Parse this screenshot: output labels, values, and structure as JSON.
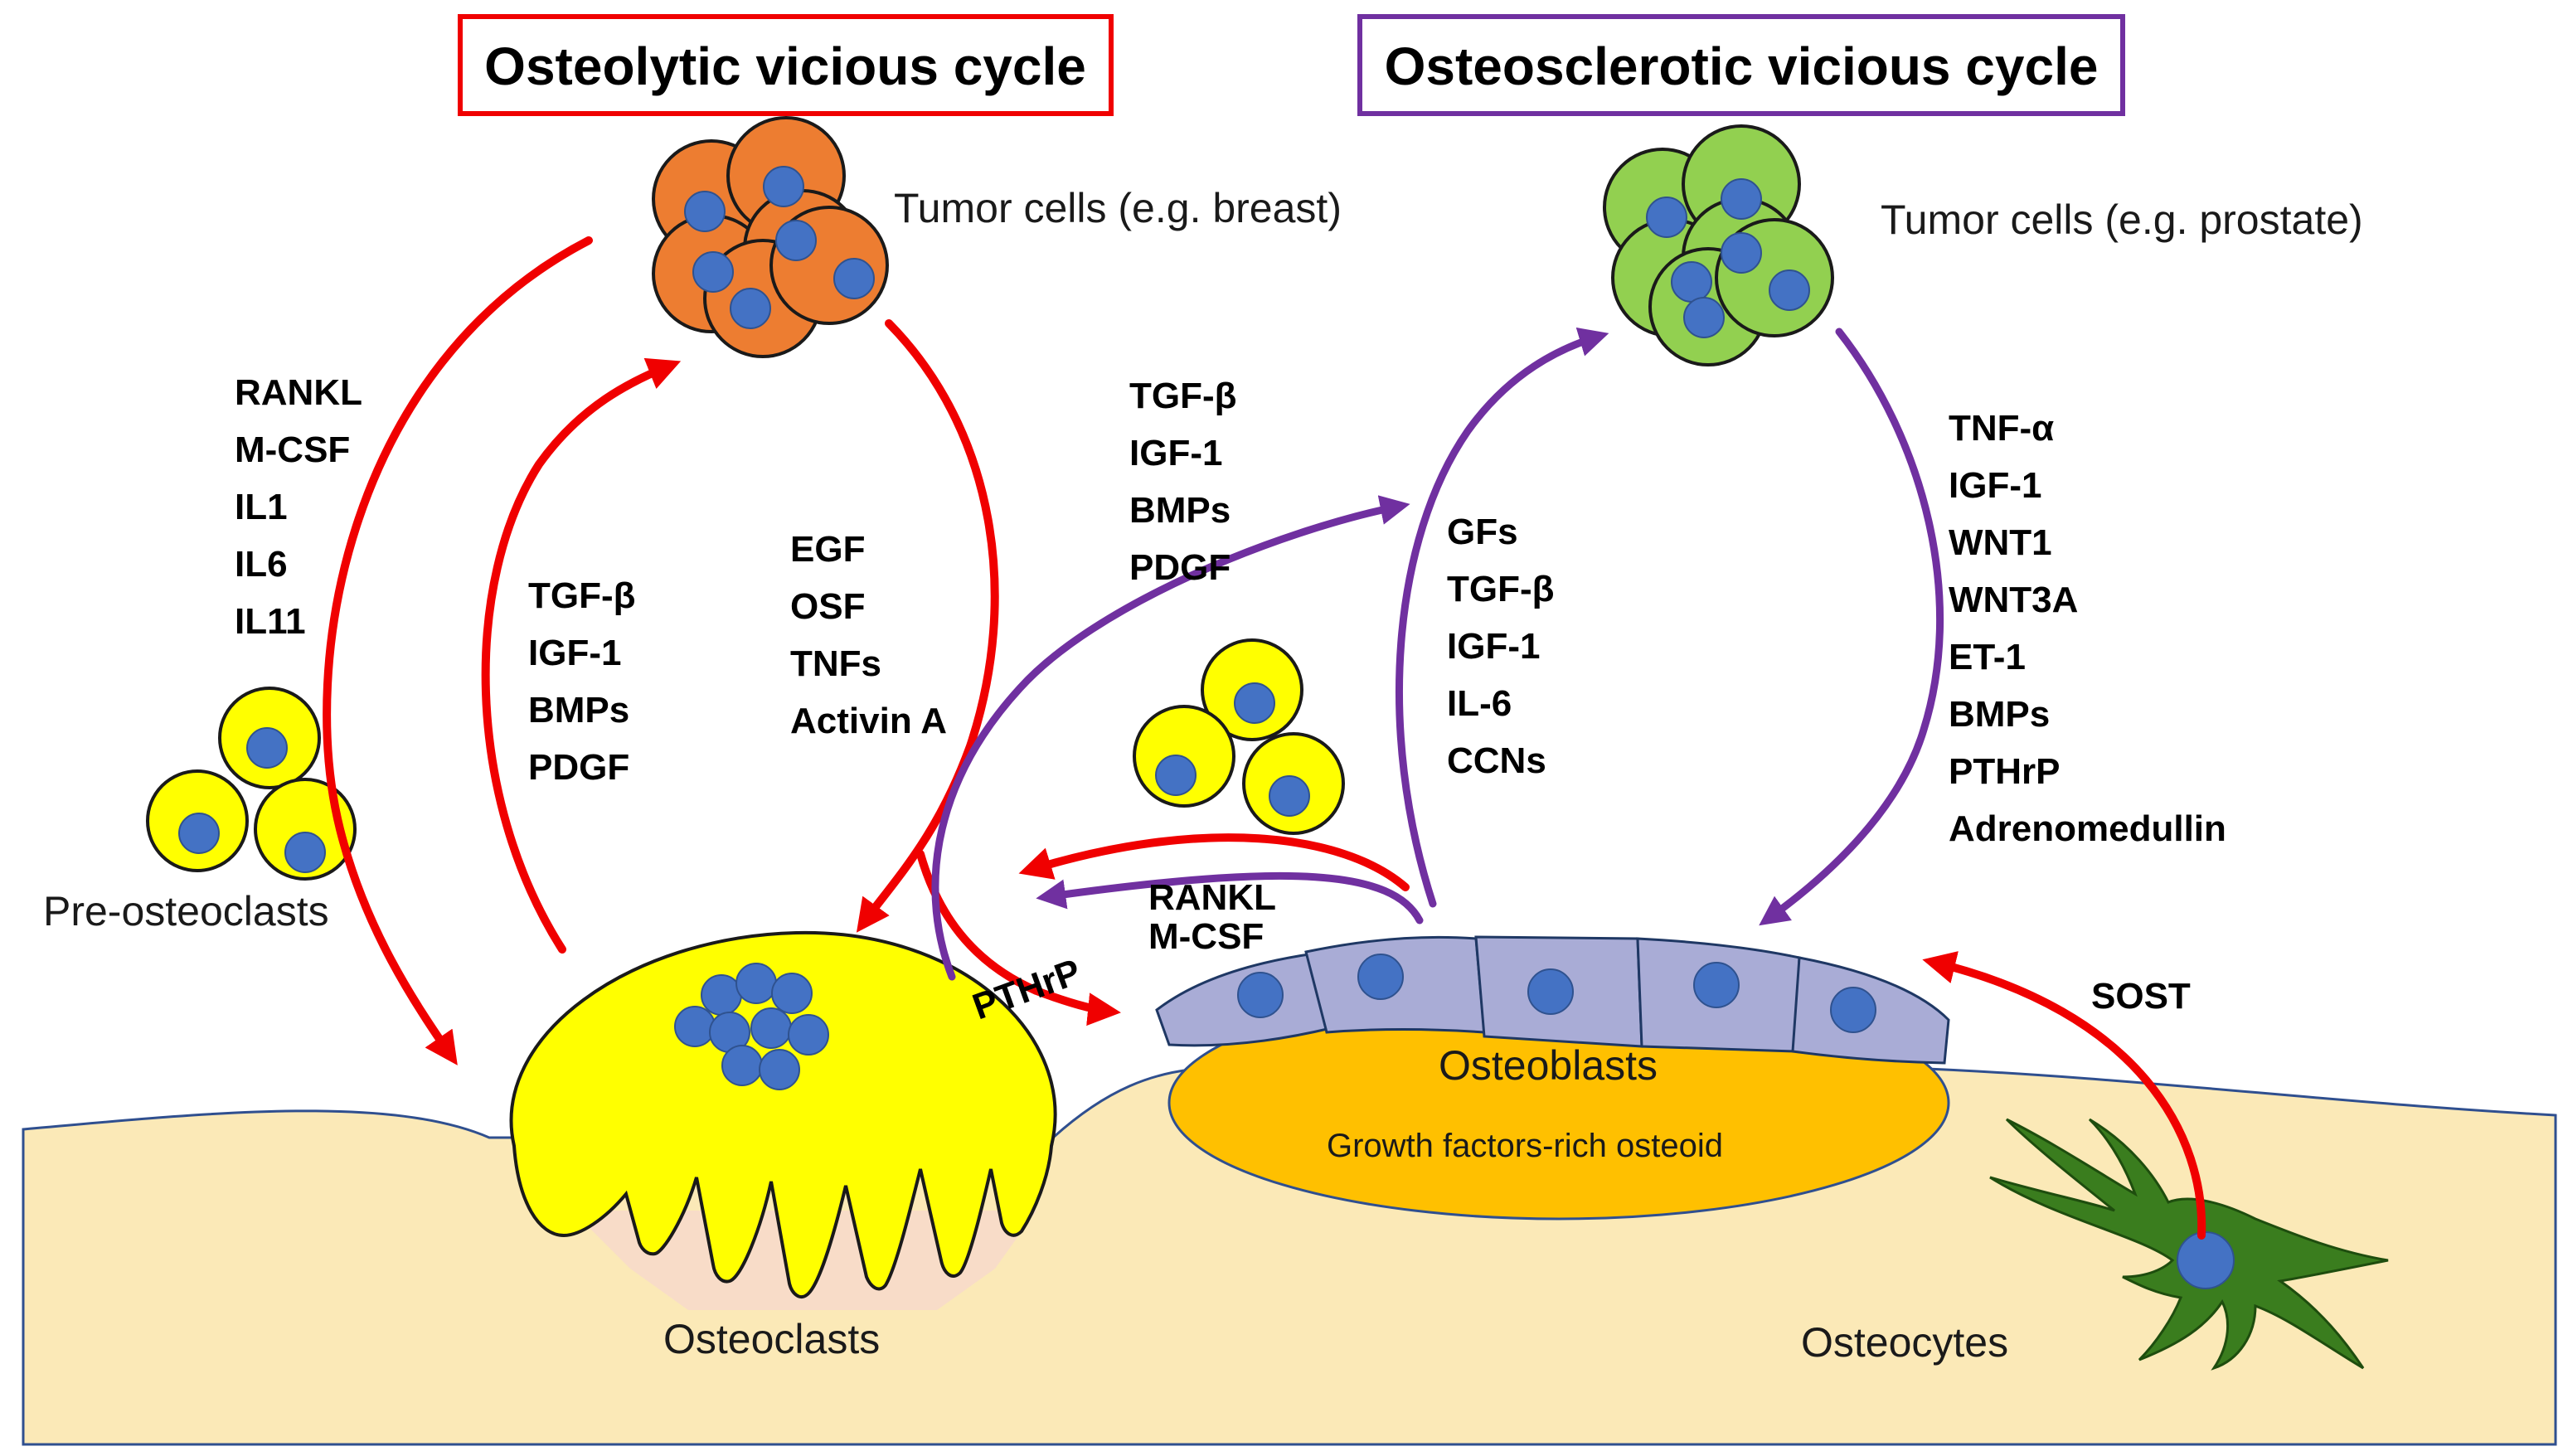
{
  "titles": {
    "osteolytic": "Osteolytic vicious cycle",
    "osteosclerotic": "Osteosclerotic vicious cycle"
  },
  "labels": {
    "tumor_breast": "Tumor cells (e.g. breast)",
    "tumor_prostate": "Tumor cells (e.g. prostate)",
    "pre_osteoclasts": "Pre-osteoclasts",
    "osteoclasts": "Osteoclasts",
    "osteoblasts": "Osteoblasts",
    "osteoid": "Growth factors-rich osteoid",
    "osteocytes": "Osteocytes",
    "pthrp": "PTHrP",
    "sost": "SOST"
  },
  "factor_lists": {
    "rankl_list": [
      "RANKL",
      "M-CSF",
      "IL1",
      "IL6",
      "IL11"
    ],
    "osteolytic_gf": [
      "TGF-β",
      "IGF-1",
      "BMPs",
      "PDGF"
    ],
    "tumor_to_osteoclast": [
      "EGF",
      "OSF",
      "TNFs",
      "Activin A"
    ],
    "bone_to_prostate": [
      "TGF-β",
      "IGF-1",
      "BMPs",
      "PDGF"
    ],
    "osteoblast_to_tumor": [
      "GFs",
      "TGF-β",
      "IGF-1",
      "IL-6",
      "CCNs"
    ],
    "prostate_to_osteoblast": [
      "TNF-α",
      "IGF-1",
      "WNT1",
      "WNT3A",
      "ET-1",
      "BMPs",
      "PTHrP",
      "Adrenomedullin"
    ],
    "osteoblast_to_osteoclast": [
      "RANKL",
      "M-CSF"
    ]
  },
  "colors": {
    "osteolytic_arrow": "#f00000",
    "osteosclerotic_arrow": "#7030a0",
    "bone": "#fbe9b7",
    "osteoclast": "#ffff00",
    "tumor_breast": "#ed7d31",
    "tumor_prostate": "#92d050",
    "nucleus": "#4472c4",
    "osteoblast": "#a9acd6",
    "osteoid": "#ffc000",
    "osteocyte": "#3a7d1e"
  }
}
